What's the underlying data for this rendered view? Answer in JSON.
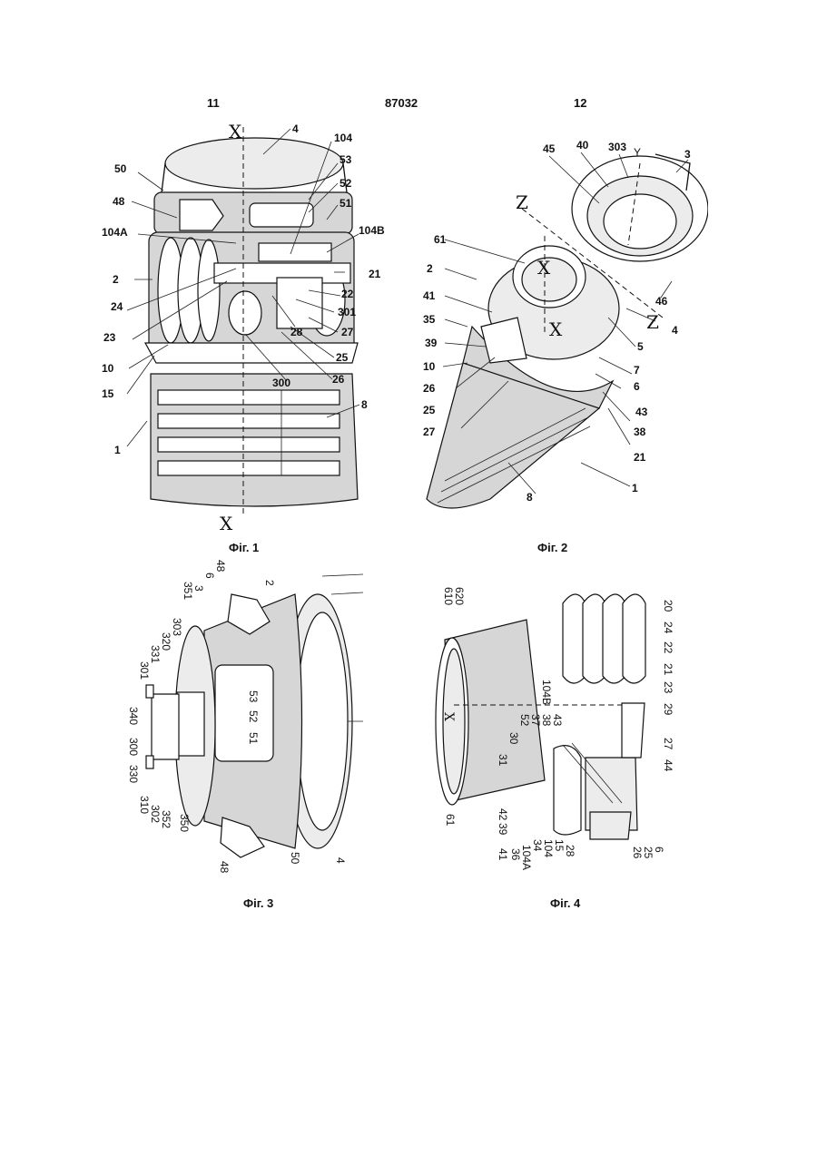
{
  "header": {
    "left_page": "11",
    "patent_number": "87032",
    "right_page": "12"
  },
  "figures": [
    {
      "caption": "Фіг. 1",
      "axis_labels": [
        "X",
        "X"
      ],
      "labels": [
        "4",
        "104",
        "50",
        "53",
        "52",
        "48",
        "51",
        "104A",
        "104B",
        "2",
        "21",
        "24",
        "22",
        "23",
        "301",
        "27",
        "28",
        "25",
        "10",
        "26",
        "15",
        "300",
        "8",
        "1"
      ]
    },
    {
      "caption": "Фіг. 2",
      "axis_labels": [
        "X",
        "X",
        "Z",
        "Z",
        "Y"
      ],
      "labels": [
        "45",
        "40",
        "303",
        "3",
        "61",
        "2",
        "46",
        "41",
        "4",
        "35",
        "5",
        "39",
        "7",
        "10",
        "6",
        "26",
        "43",
        "25",
        "38",
        "27",
        "21",
        "8",
        "1"
      ]
    },
    {
      "caption": "Фіг. 3",
      "labels": [
        "2",
        "48",
        "6",
        "3",
        "351",
        "303",
        "320",
        "331",
        "301",
        "340",
        "300",
        "330",
        "310",
        "302",
        "352",
        "350",
        "51",
        "52",
        "53",
        "48",
        "50",
        "4"
      ]
    },
    {
      "caption": "Фіг. 4",
      "axis_labels": [
        "X"
      ],
      "labels": [
        "610",
        "620",
        "20",
        "24",
        "22",
        "21",
        "23",
        "29",
        "27",
        "44",
        "104B",
        "43",
        "38",
        "37",
        "52",
        "30",
        "31",
        "42",
        "39",
        "41",
        "36",
        "104A",
        "34",
        "104",
        "15",
        "28",
        "26",
        "25",
        "6",
        "61"
      ]
    }
  ]
}
